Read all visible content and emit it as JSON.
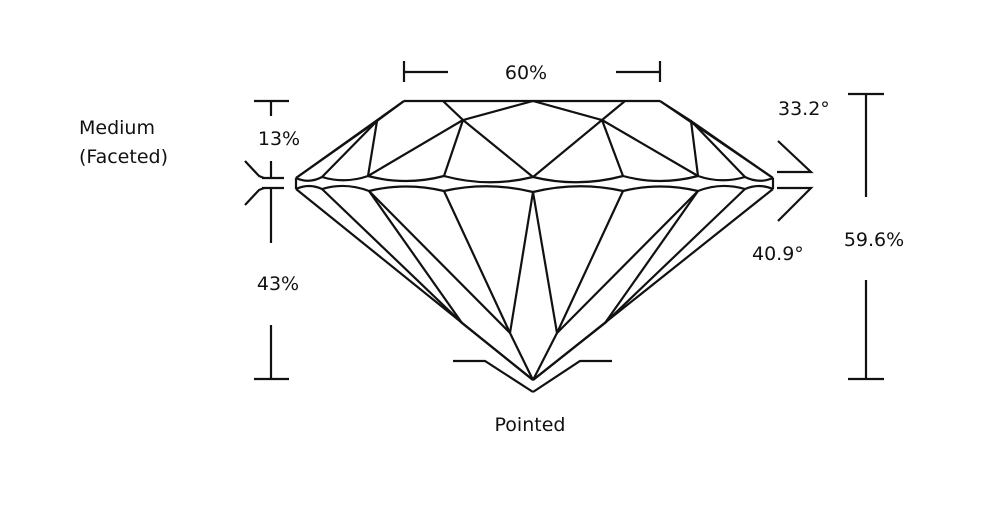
{
  "labels": {
    "table_pct": "60%",
    "crown_height_pct": "13%",
    "pavilion_depth_pct": "43%",
    "total_depth_pct": "59.6%",
    "crown_angle": "33.2°",
    "pavilion_angle": "40.9°",
    "girdle_line1": "Medium",
    "girdle_line2": "(Faceted)",
    "culet": "Pointed"
  }
}
